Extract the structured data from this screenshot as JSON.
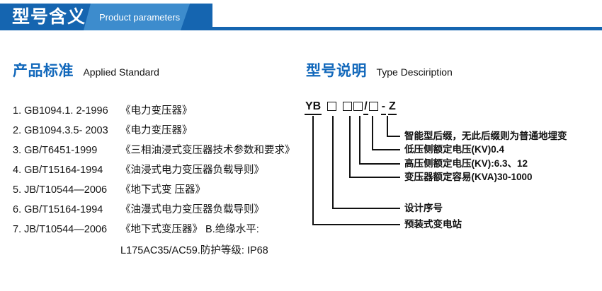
{
  "banner": {
    "title_cn": "型号含义",
    "title_en": "Product parameters",
    "color_dark": "#1565b0",
    "color_light": "#3d8ccd"
  },
  "left_section": {
    "heading_cn": "产品标准",
    "heading_en": "Applied Standard",
    "heading_color": "#1268bb",
    "standards": [
      {
        "code": "1. GB1094.1. 2-1996",
        "name": "《电力变压器》"
      },
      {
        "code": "2. GB1094.3.5- 2003",
        "name": "《电力变压器》"
      },
      {
        "code": "3. GB/T6451-1999",
        "name": "《三相油浸式变压器技术参数和要求》"
      },
      {
        "code": "4. GB/T15164-1994",
        "name": "《油浸式电力变压器负载导则》"
      },
      {
        "code": "5. JB/T10544—2006",
        "name": "《地下式变 压器》"
      },
      {
        "code": "6. GB/T15164-1994",
        "name": "《油漫式电力变压器负载导则》"
      },
      {
        "code": "7. JB/T10544—2006",
        "name": "《地下式变压器》 B.绝缘水平:"
      }
    ],
    "continuation": "L175AC35/AC59.防护等级: IP68"
  },
  "right_section": {
    "heading_cn": "型号说明",
    "heading_en": "Type Desciription",
    "heading_color": "#1268bb",
    "model_code": {
      "prefix": "YB",
      "slash": "/",
      "dash": "-",
      "suffix": "Z",
      "box_glyph": "□",
      "full_text": "YB □ □□/□ -Z"
    },
    "callouts": [
      {
        "label": "智能型后缀，无此后缀则为普通地埋变"
      },
      {
        "label": "低压侧额定电压(KV)0.4"
      },
      {
        "label": "高压侧额定电压(KV):6.3、12"
      },
      {
        "label": "变压器额定容易(KVA)30-1000"
      },
      {
        "label": "设计序号"
      },
      {
        "label": "预装式变电站"
      }
    ]
  }
}
